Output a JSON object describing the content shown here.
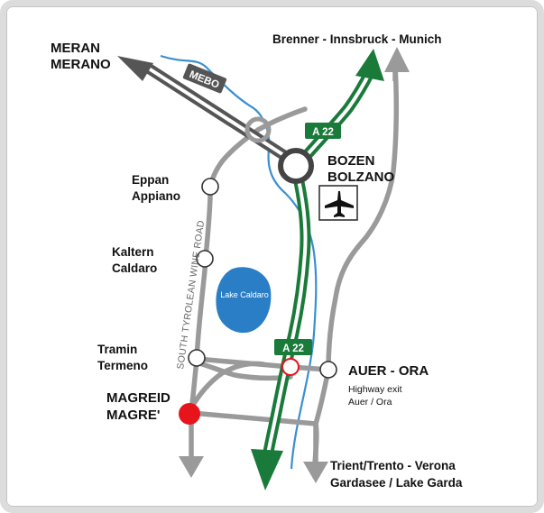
{
  "labels": {
    "meran_1": "MERAN",
    "meran_2": "MERANO",
    "brenner": "Brenner - Innsbruck  -  Munich",
    "mebo": "MEBO",
    "a22_top": "A 22",
    "a22_mid": "A 22",
    "bozen_1": "BOZEN",
    "bozen_2": "BOLZANO",
    "eppan_1": "Eppan",
    "eppan_2": "Appiano",
    "kaltern_1": "Kaltern",
    "kaltern_2": "Caldaro",
    "wine_road": "SOUTH  TYROLEAN WINE ROAD",
    "lake": "Lake Caldaro",
    "tramin_1": "Tramin",
    "tramin_2": "Termeno",
    "auer": "AUER - ORA",
    "exit_1": "Highway exit",
    "exit_2": "Auer / Ora",
    "magreid_1": "MAGREID",
    "magreid_2": "MAGRE'",
    "trient_1": "Trient/Trento  -  Verona",
    "trient_2": "Gardasee / Lake Garda"
  },
  "icons": {
    "airport": "airplane-icon"
  },
  "colors": {
    "highway": "#1a7a3a",
    "road": "#999999",
    "river": "#3a8fd0",
    "lake": "#2a7ec6",
    "location_marker": "#e8141c"
  }
}
